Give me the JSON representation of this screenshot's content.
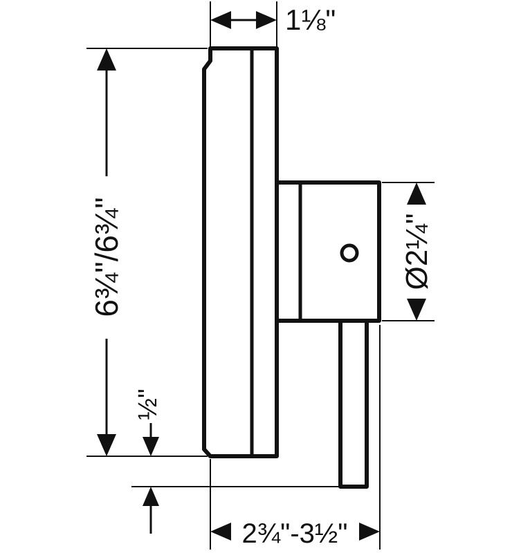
{
  "dimensions": {
    "depth": {
      "label": "1⅛\""
    },
    "height": {
      "label": "6¾\"/6¾\""
    },
    "diameter": {
      "label": "Ø2¼\""
    },
    "offset": {
      "label": "½\""
    },
    "projection": {
      "label": "2¾\"-3½\""
    }
  },
  "colors": {
    "line": "#111111",
    "background": "#ffffff"
  }
}
